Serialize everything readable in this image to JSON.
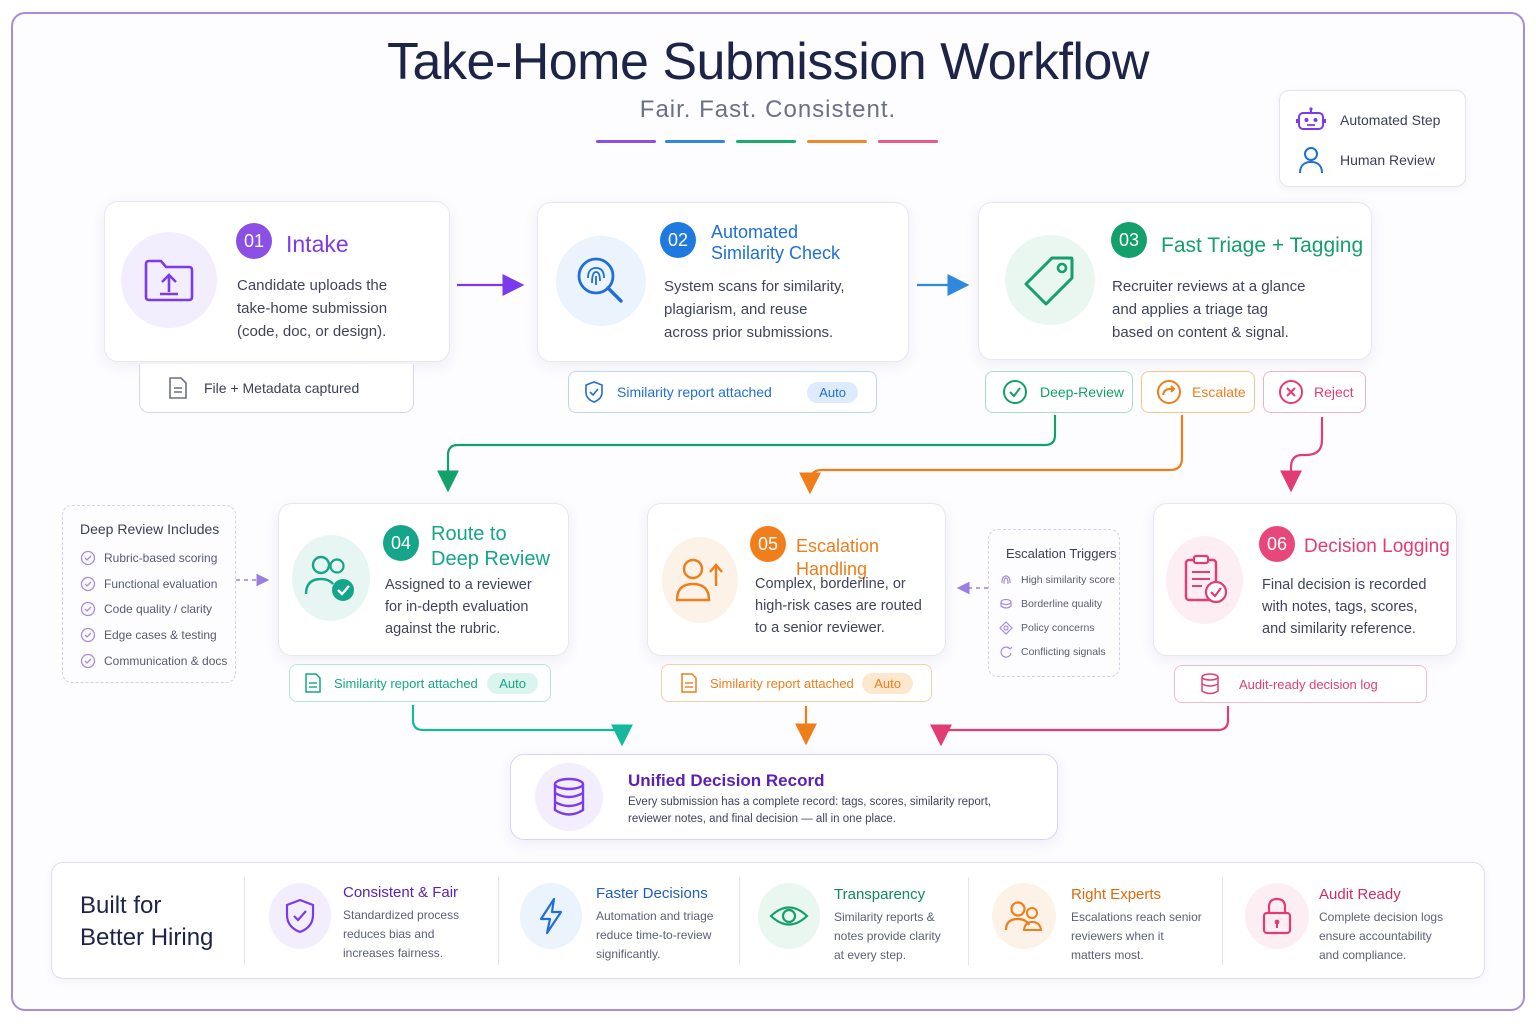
{
  "header": {
    "title": "Take-Home Submission Workflow",
    "subtitle": "Fair. Fast. Consistent."
  },
  "legend": {
    "automated": "Automated Step",
    "human": "Human Review"
  },
  "steps": {
    "s1": {
      "num": "01",
      "title": "Intake",
      "text": [
        "Candidate uploads the",
        "take-home submission",
        "(code, doc, or design)."
      ],
      "pill": "File + Metadata captured"
    },
    "s2": {
      "num": "02",
      "title_l1": "Automated",
      "title_l2": "Similarity Check",
      "text": [
        "System scans for similarity,",
        "plagiarism, and reuse",
        "across prior submissions."
      ],
      "pill": "Similarity report attached",
      "auto": "Auto"
    },
    "s3": {
      "num": "03",
      "title": "Fast Triage + Tagging",
      "text": [
        "Recruiter reviews at a glance",
        "and applies a triage tag",
        "based on content & signal."
      ]
    },
    "s4": {
      "num": "04",
      "title_l1": "Route to",
      "title_l2": "Deep Review",
      "text": [
        "Assigned to a reviewer",
        "for in-depth evaluation",
        "against the rubric."
      ],
      "pill": "Similarity report attached",
      "auto": "Auto"
    },
    "s5": {
      "num": "05",
      "title": "Escalation Handling",
      "text": [
        "Complex, borderline, or",
        "high-risk cases are routed",
        "to a senior reviewer."
      ],
      "pill": "Similarity report attached",
      "auto": "Auto"
    },
    "s6": {
      "num": "06",
      "title": "Decision Logging",
      "text": [
        "Final decision is recorded",
        "with notes, tags, scores,",
        "and similarity reference."
      ],
      "pill": "Audit-ready decision log"
    }
  },
  "triage_tags": {
    "deep": "Deep-Review",
    "escalate": "Escalate",
    "reject": "Reject"
  },
  "deep_review_includes": {
    "title": "Deep Review Includes",
    "items": [
      "Rubric-based scoring",
      "Functional evaluation",
      "Code quality / clarity",
      "Edge cases & testing",
      "Communication & docs"
    ]
  },
  "escalation_triggers": {
    "title": "Escalation Triggers",
    "items": [
      "High similarity score",
      "Borderline quality",
      "Policy concerns",
      "Conflicting signals"
    ]
  },
  "unified": {
    "title": "Unified Decision Record",
    "text_l1": "Every submission has a complete record: tags, scores, similarity report,",
    "text_l2": "reviewer notes, and final decision — all in one place."
  },
  "benefits": {
    "heading_l1": "Built for",
    "heading_l2": "Better Hiring",
    "items": [
      {
        "title": "Consistent & Fair",
        "text": [
          "Standardized process",
          "reduces bias and",
          "increases fairness."
        ],
        "icon": "shield-check-icon",
        "color": "#7c3aed"
      },
      {
        "title": "Faster Decisions",
        "text": [
          "Automation and triage",
          "reduce time-to-review",
          "significantly."
        ],
        "icon": "lightning-icon",
        "color": "#1f6fd6"
      },
      {
        "title": "Transparency",
        "text": [
          "Similarity reports &",
          "notes provide clarity",
          "at every step."
        ],
        "icon": "eye-icon",
        "color": "#13a06a"
      },
      {
        "title": "Right Experts",
        "text": [
          "Escalations reach senior",
          "reviewers when it",
          "matters most."
        ],
        "icon": "users-icon",
        "color": "#ef7d1a"
      },
      {
        "title": "Audit Ready",
        "text": [
          "Complete decision logs",
          "ensure accountability",
          "and compliance."
        ],
        "icon": "lock-icon",
        "color": "#e23d72"
      }
    ]
  },
  "colors": {
    "purple": "#7c3aed",
    "blue": "#1f6fd6",
    "green": "#13a06a",
    "orange": "#ef7d1a",
    "pink": "#e23d72",
    "teal": "#14b89a"
  }
}
